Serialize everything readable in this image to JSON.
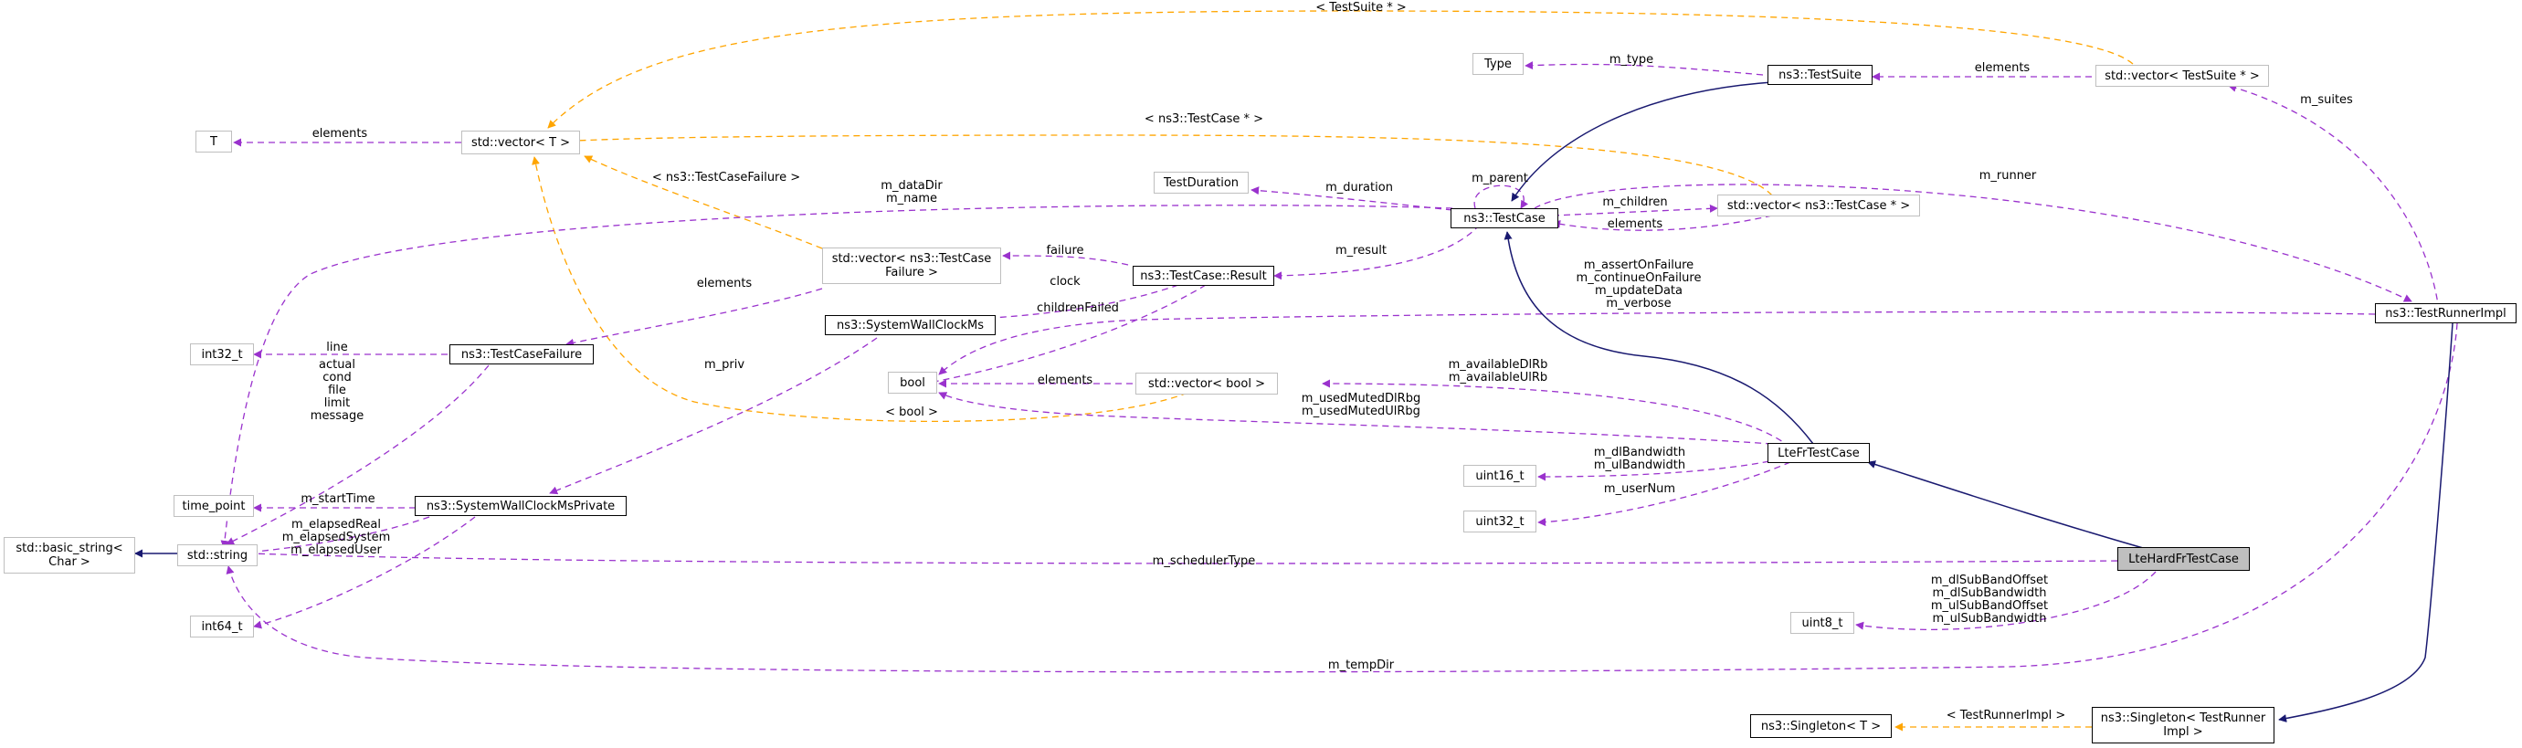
{
  "nodes": {
    "lte_hard_fr_testcase": "LteHardFrTestCase",
    "lte_fr_testcase": "LteFrTestCase",
    "ns3_testcase": "ns3::TestCase",
    "ns3_testsuite": "ns3::TestSuite",
    "ns3_testrunnerimpl": "ns3::TestRunnerImpl",
    "ns3_testcase_result": "ns3::TestCase::Result",
    "ns3_systemwallclockms": "ns3::SystemWallClockMs",
    "ns3_systemwallclockmsprivate": "ns3::SystemWallClockMsPrivate",
    "ns3_testcasefailure": "ns3::TestCaseFailure",
    "ns3_singleton_t": "ns3::Singleton< T >",
    "ns3_singleton_testrunnerimpl": "ns3::Singleton< TestRunner\nImpl >",
    "std_vector_t": "std::vector< T >",
    "std_vector_testsuite": "std::vector< TestSuite * >",
    "std_vector_testcase_ptr": "std::vector< ns3::TestCase * >",
    "std_vector_testcasefailure": "std::vector< ns3::TestCase\nFailure >",
    "std_vector_bool": "std::vector< bool >",
    "std_string": "std::string",
    "std_basic_string": "std::basic_string<\nChar >",
    "t": "T",
    "type": "Type",
    "testduration": "TestDuration",
    "int32_t": "int32_t",
    "bool": "bool",
    "time_point": "time_point",
    "int64_t": "int64_t",
    "uint16_t": "uint16_t",
    "uint32_t": "uint32_t",
    "uint8_t": "uint8_t"
  },
  "edge_labels": {
    "vector_t_elements": "elements",
    "testsuite_template": "< TestSuite * >",
    "testcase_ptr_template": "< ns3::TestCase * >",
    "testcasefailure_template": "< ns3::TestCaseFailure >",
    "bool_template": "< bool >",
    "testrunnerimpl_template": "< TestRunnerImpl >",
    "m_type": "m_type",
    "suite_elements": "elements",
    "m_suites": "m_suites",
    "m_duration": "m_duration",
    "m_parent": "m_parent",
    "m_children": "m_children",
    "children_elements": "elements",
    "m_runner": "m_runner",
    "m_datadir_name": "m_dataDir\nm_name",
    "m_result": "m_result",
    "failure": "failure",
    "clock": "clock",
    "childrenfailed": "childrenFailed",
    "failure_elements": "elements",
    "line": "line",
    "failure_strings": "actual\ncond\nfile\nlimit\nmessage",
    "m_priv": "m_priv",
    "m_starttime": "m_startTime",
    "m_elapsed": "m_elapsedReal\nm_elapsedSystem\nm_elapsedUser",
    "bool_elements": "elements",
    "runner_flags": "m_assertOnFailure\nm_continueOnFailure\nm_updateData\nm_verbose",
    "available_rb": "m_availableDlRb\nm_availableUlRb",
    "used_muted_rbg": "m_usedMutedDlRbg\nm_usedMutedUlRbg",
    "bandwidth": "m_dlBandwidth\nm_ulBandwidth",
    "m_usernum": "m_userNum",
    "m_schedulertype": "m_schedulerType",
    "subband": "m_dlSubBandOffset\nm_dlSubBandwidth\nm_ulSubBandOffset\nm_ulSubBandwidth",
    "m_tempdir": "m_tempDir"
  },
  "colors": {
    "inheritance": "#191970",
    "usage": "#9a32cd",
    "template": "#ffa500",
    "node_border_gray": "#bfbfbf",
    "node_border_black": "#000000",
    "selected_fill": "#bfbfbf"
  }
}
